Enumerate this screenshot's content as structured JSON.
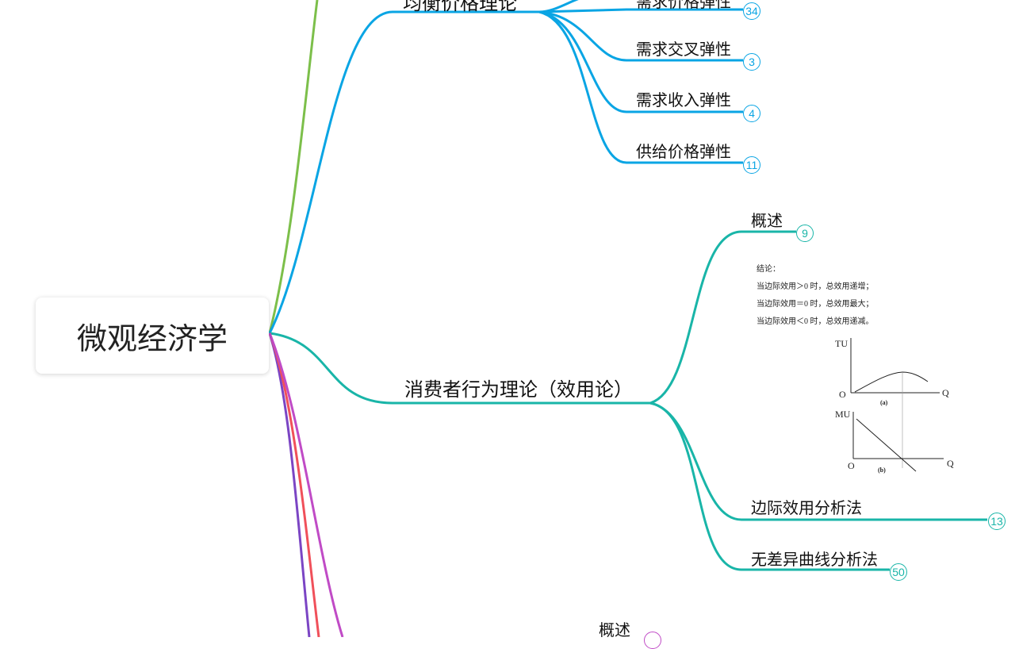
{
  "root": {
    "label": "微观经济学"
  },
  "colors": {
    "blue": "#0aa5e4",
    "teal": "#19b5a8",
    "green": "#7cbf4a",
    "purple": "#7b45c4",
    "red": "#f0505a",
    "pink": "#c04bc6"
  },
  "branches": {
    "price_theory": {
      "label": "均衡价格理论",
      "children": [
        {
          "label": "需求价格弹性",
          "count": "34"
        },
        {
          "label": "需求交叉弹性",
          "count": "3"
        },
        {
          "label": "需求收入弹性",
          "count": "4"
        },
        {
          "label": "供给价格弹性",
          "count": "11"
        }
      ]
    },
    "consumer": {
      "label": "消费者行为理论（效用论）",
      "overview": {
        "label": "概述",
        "count": "9"
      },
      "note": {
        "lines": [
          "结论：",
          "当边际效用＞0 时，总效用递增；",
          "当边际效用＝0 时，总效用最大；",
          "当边际效用＜0 时，总效用递减。"
        ],
        "graph_a": {
          "y_axis": "TU",
          "origin": "O",
          "x_axis": "Q",
          "caption": "(a)"
        },
        "graph_b": {
          "y_axis": "MU",
          "origin": "O",
          "x_axis": "Q",
          "caption": "(b)"
        }
      },
      "children": [
        {
          "label": "边际效用分析法",
          "count": "13"
        },
        {
          "label": "无差异曲线分析法",
          "count": "50"
        }
      ]
    },
    "next": {
      "overview_label": "概述"
    }
  }
}
